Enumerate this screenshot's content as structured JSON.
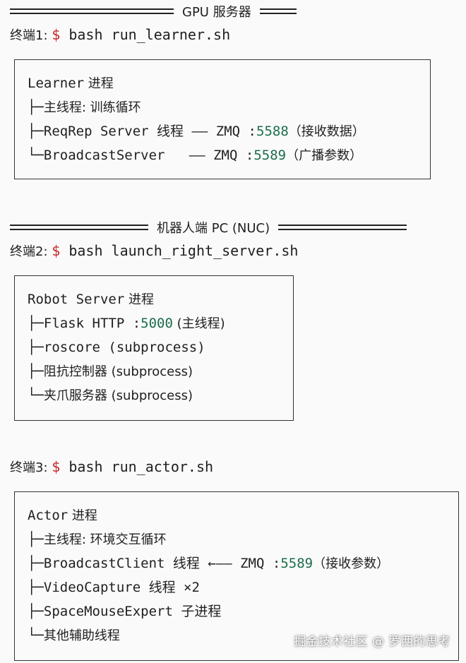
{
  "sections": [
    {
      "header": "GPU 服务器",
      "command_prefix": "终端1: ",
      "dollar": "$",
      "command": " bash run_learner.sh",
      "box": {
        "title": "Learner",
        "title_suffix": " 进程",
        "rows": [
          {
            "branch": "├─",
            "text": "主线程: 训练循环"
          },
          {
            "branch": "├─",
            "text": "ReqRep Server 线程 —— ZMQ :",
            "port": "5588",
            "tail": "（接收数据）"
          },
          {
            "branch": "└─",
            "text": "BroadcastServer   —— ZMQ :",
            "port": "5589",
            "tail": "（广播参数）"
          }
        ]
      }
    },
    {
      "header": "机器人端 PC (NUC)",
      "command_prefix": "终端2: ",
      "dollar": "$",
      "command": " bash launch_right_server.sh",
      "box": {
        "title": "Robot Server",
        "title_suffix": " 进程",
        "rows": [
          {
            "branch": "├─",
            "text": "Flask HTTP :",
            "port": "5000",
            "tail": " (主线程)"
          },
          {
            "branch": "├─",
            "text": "roscore (subprocess)"
          },
          {
            "branch": "├─",
            "text": "阻抗控制器 (subprocess)"
          },
          {
            "branch": "└─",
            "text": "夹爪服务器 (subprocess)"
          }
        ]
      }
    },
    {
      "header": "",
      "command_prefix": "终端3: ",
      "dollar": "$",
      "command": " bash run_actor.sh",
      "box": {
        "title": "Actor",
        "title_suffix": " 进程",
        "rows": [
          {
            "branch": "├─",
            "text": "主线程: 环境交互循环"
          },
          {
            "branch": "├─",
            "text": "BroadcastClient 线程 ←—— ZMQ :",
            "port": "5589",
            "tail": "（接收参数）"
          },
          {
            "branch": "├─",
            "text": "VideoCapture 线程 ×2"
          },
          {
            "branch": "├─",
            "text": "SpaceMouseExpert 子进程"
          },
          {
            "branch": "└─",
            "text": "其他辅助线程"
          }
        ]
      }
    }
  ],
  "watermark": "掘金技术社区 @ 罗西的思考",
  "colors": {
    "dollar": "#c62828",
    "port": "#1b6e4a",
    "text": "#1f1f1f",
    "background": "#fafafa"
  }
}
